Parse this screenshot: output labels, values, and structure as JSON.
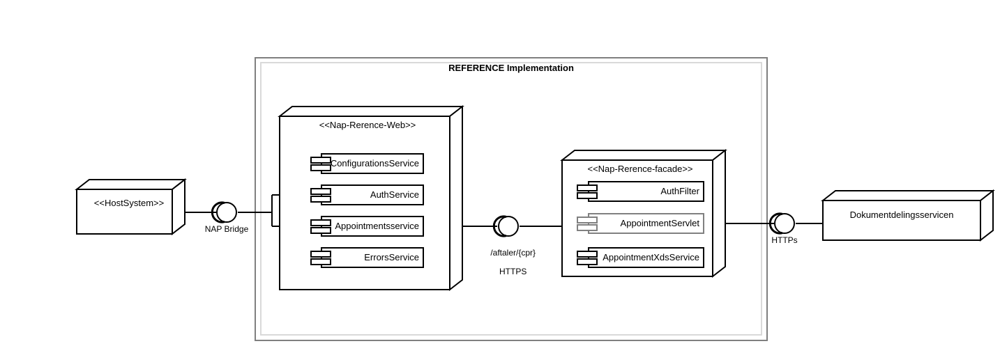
{
  "diagram": {
    "type": "uml-component-deployment-diagram",
    "background_color": "#ffffff",
    "line_color": "#000000",
    "frame_outer_color": "#7f7f7f",
    "frame_inner_color": "#d9d9d9",
    "gray_component_color": "#808080"
  },
  "container": {
    "title": "REFERENCE Implementation"
  },
  "external_nodes": [
    {
      "key": "host_system",
      "label": "<<HostSystem>>"
    },
    {
      "key": "dokumentdeling",
      "label": "Dokumentdelingsservicen"
    }
  ],
  "nodes": [
    {
      "key": "nap_reference_web",
      "label": "<<Nap-Rerence-Web>>",
      "components": [
        {
          "key": "configurations_service",
          "label": "ConfigurationsService",
          "color": "#000000"
        },
        {
          "key": "auth_service",
          "label": "AuthService",
          "color": "#000000"
        },
        {
          "key": "appointments_service",
          "label": "Appointmentsservice",
          "color": "#000000"
        },
        {
          "key": "errors_service",
          "label": "ErrorsService",
          "color": "#000000"
        }
      ]
    },
    {
      "key": "nap_reference_facade",
      "label": "<<Nap-Rerence-facade>>",
      "components": [
        {
          "key": "auth_filter",
          "label": "AuthFilter",
          "color": "#000000"
        },
        {
          "key": "appointment_servlet",
          "label": "AppointmentServlet",
          "color": "#808080"
        },
        {
          "key": "appointment_xds_service",
          "label": "AppointmentXdsService",
          "color": "#000000"
        }
      ]
    }
  ],
  "connectors": [
    {
      "key": "nap_bridge",
      "label": "NAP Bridge",
      "lines": [
        "NAP Bridge"
      ]
    },
    {
      "key": "aftaler_https",
      "label": "/aftaler/{cpr} HTTPS",
      "lines": [
        "/aftaler/{cpr}",
        "HTTPS"
      ]
    },
    {
      "key": "https_right",
      "label": "HTTPs",
      "lines": [
        "HTTPs"
      ]
    }
  ]
}
